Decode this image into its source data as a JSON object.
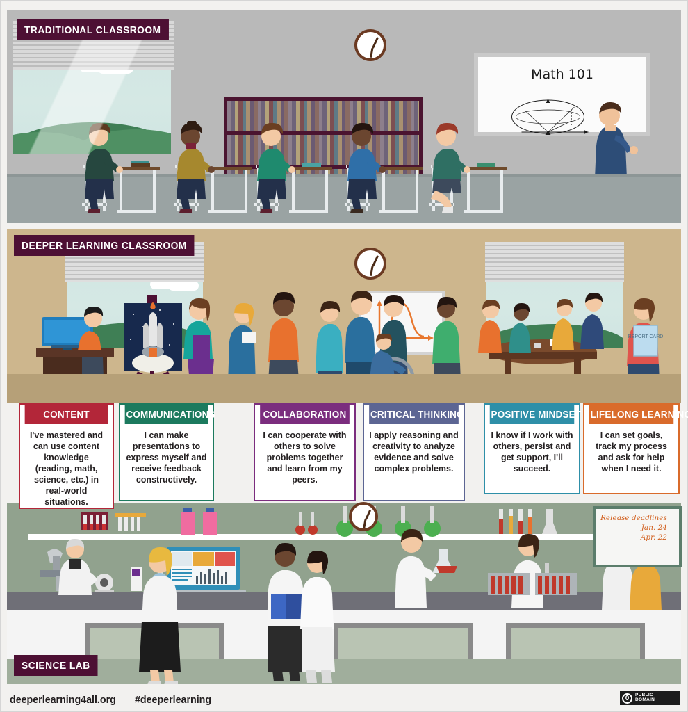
{
  "poster": {
    "panels": {
      "traditional": {
        "label": "TRADITIONAL CLASSROOM",
        "whiteboard_title": "Math 101"
      },
      "deeper": {
        "label": "DEEPER LEARNING CLASSROOM"
      },
      "lab": {
        "label": "SCIENCE LAB",
        "whiteboard_note_line1": "Release deadlines",
        "whiteboard_note_line2": "Jan. 24",
        "whiteboard_note_line3": "Apr. 22",
        "report_card_label": "REPORT CARD"
      }
    },
    "cards": [
      {
        "title": "CONTENT",
        "color": "#b32639",
        "body": "I've mastered and can use content knowledge (reading, math, science, etc.) in real-world situations."
      },
      {
        "title": "COMMUNICATIONS",
        "color": "#1c7a5e",
        "body": "I can make presentations to express myself and receive feedback constructively."
      },
      {
        "title": "COLLABORATION",
        "color": "#7b2d7e",
        "body": "I can cooperate with others to solve problems together and learn from my peers."
      },
      {
        "title": "CRITICAL THINKING",
        "color": "#5c6593",
        "body": "I apply reasoning and creativity to analyze evidence and solve complex problems."
      },
      {
        "title": "POSITIVE MINDSET",
        "color": "#2e8fa8",
        "body": "I know if I work with others, persist and get support, I'll succeed."
      },
      {
        "title": "LIFELONG LEARNING",
        "color": "#d96b2b",
        "body": "I can set goals, track my process and ask for help when I need it."
      }
    ],
    "footer": {
      "website": "deeperlearning4all.org",
      "hashtag": "#deeperlearning",
      "license_mark": "0",
      "license_line1": "PUBLIC",
      "license_line2": "DOMAIN"
    },
    "colors": {
      "tag_bg": "#4d1034",
      "traditional_bg": "#b4b4b4",
      "deeper_bg": "#cbb389",
      "lab_bg": "#8fa08c",
      "page_bg": "#f2f1ef"
    }
  }
}
